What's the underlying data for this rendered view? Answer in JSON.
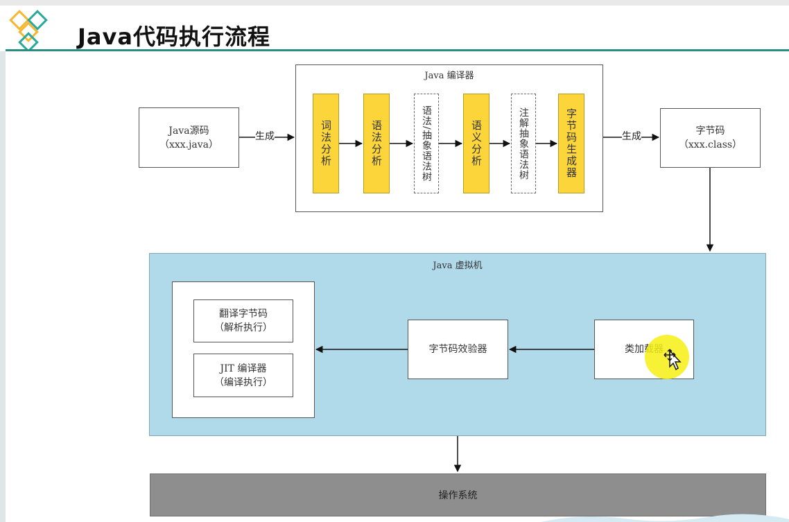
{
  "header": {
    "title": "Java代码执行流程"
  },
  "diagram": {
    "source": {
      "line1": "Java源码",
      "line2": "（xxx.java）"
    },
    "gen_label_left": "生成",
    "gen_label_right": "生成",
    "compiler": {
      "label": "Java 编译器",
      "stages": [
        "词法分析",
        "语法分析",
        "语法/抽象语法树",
        "语义分析",
        "注解抽象语法树",
        "字节码生成器"
      ]
    },
    "bytecode": {
      "line1": "字节码",
      "line2": "（xxx.class）"
    },
    "jvm": {
      "label": "Java 虚拟机",
      "interpreter": {
        "line1": "翻译字节码",
        "line2": "（解析执行）"
      },
      "jit": {
        "line1": "JIT 编译器",
        "line2": "（编译执行）"
      },
      "verifier": "字节码效验器",
      "classloader": "类加载器"
    },
    "os": "操作系统"
  },
  "colors": {
    "header_rule": "#2a8a84",
    "logo_orange": "#f5b731",
    "logo_teal": "#2aa89a",
    "stage_fill": "#fbd53a",
    "jvm_fill": "#b0d9ea",
    "os_fill": "#8e8e8e"
  },
  "icons": {
    "logo": "diamond-logo-icon",
    "cursor": "move-cursor-icon"
  }
}
